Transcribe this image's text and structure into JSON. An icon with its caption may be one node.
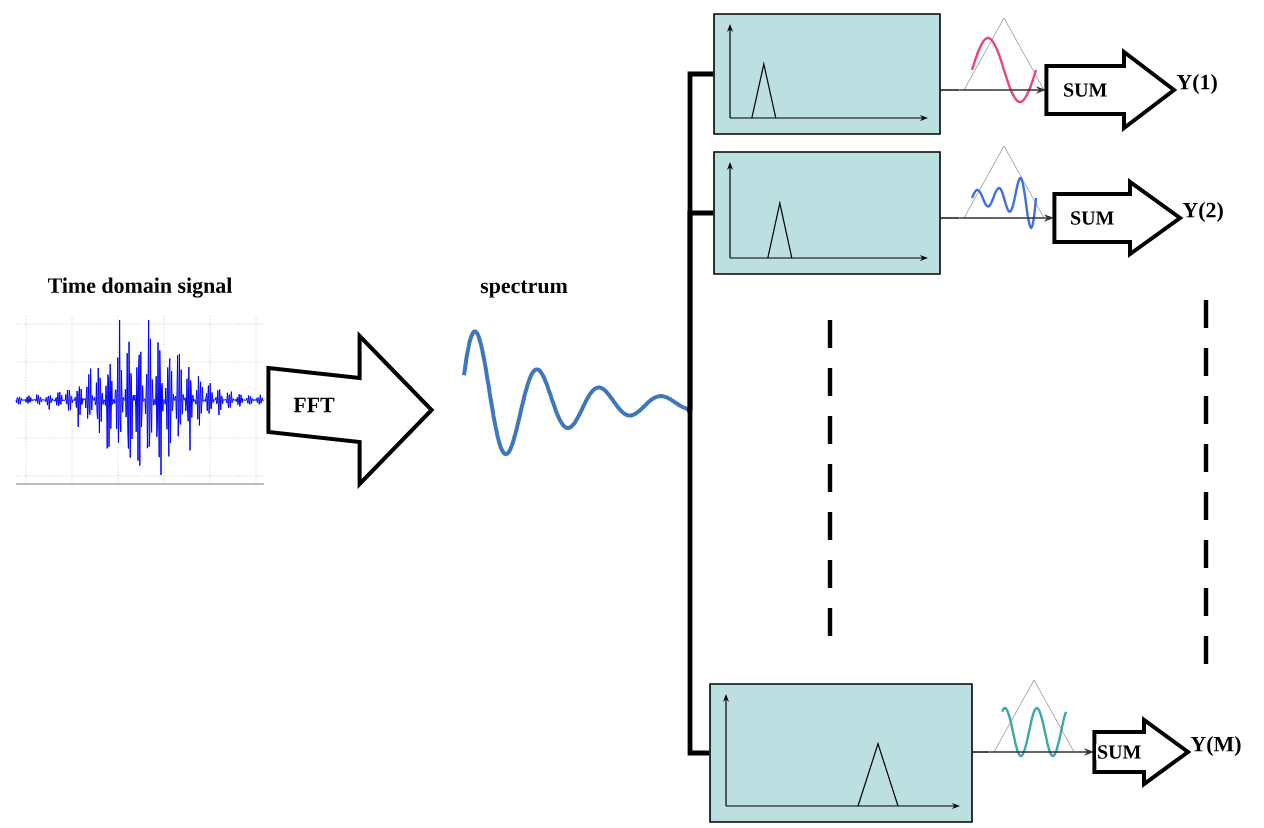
{
  "diagram": {
    "nodes": [
      {
        "text": [
          "Time domain signal"
        ]
      },
      {
        "text": [
          "spectrum"
        ]
      },
      {
        "text": [],
        "shape": "box"
      },
      {
        "text": [],
        "shape": "box"
      },
      {
        "text": [],
        "shape": "box"
      },
      {
        "text": [],
        "shape": "picture"
      },
      {
        "text": [],
        "shape": "picture"
      },
      {
        "text": [],
        "shape": "picture"
      },
      {
        "text": [
          "Y(1)"
        ]
      },
      {
        "text": [
          "Y(2)"
        ]
      },
      {
        "text": [
          "Y(M)"
        ]
      }
    ],
    "edges": [
      {
        "from": 0,
        "to": 1,
        "arrow": "to",
        "label": "FFT",
        "style": "thick"
      },
      {
        "from": 1,
        "to": 2,
        "arrow": "none",
        "style": "thick"
      },
      {
        "from": 1,
        "to": 3,
        "arrow": "none",
        "style": "thick"
      },
      {
        "from": 1,
        "to": 4,
        "arrow": "none",
        "style": "thick"
      },
      {
        "from": 2,
        "to": 5,
        "arrow": "none"
      },
      {
        "from": 3,
        "to": 6,
        "arrow": "none"
      },
      {
        "from": 4,
        "to": 7,
        "arrow": "none"
      },
      {
        "from": 5,
        "to": 8,
        "arrow": "to",
        "label": "SUM",
        "style": "thick"
      },
      {
        "from": 6,
        "to": 9,
        "arrow": "to",
        "label": "SUM",
        "style": "thick"
      },
      {
        "from": 7,
        "to": 10,
        "arrow": "to",
        "label": "SUM",
        "style": "thick"
      }
    ]
  }
}
